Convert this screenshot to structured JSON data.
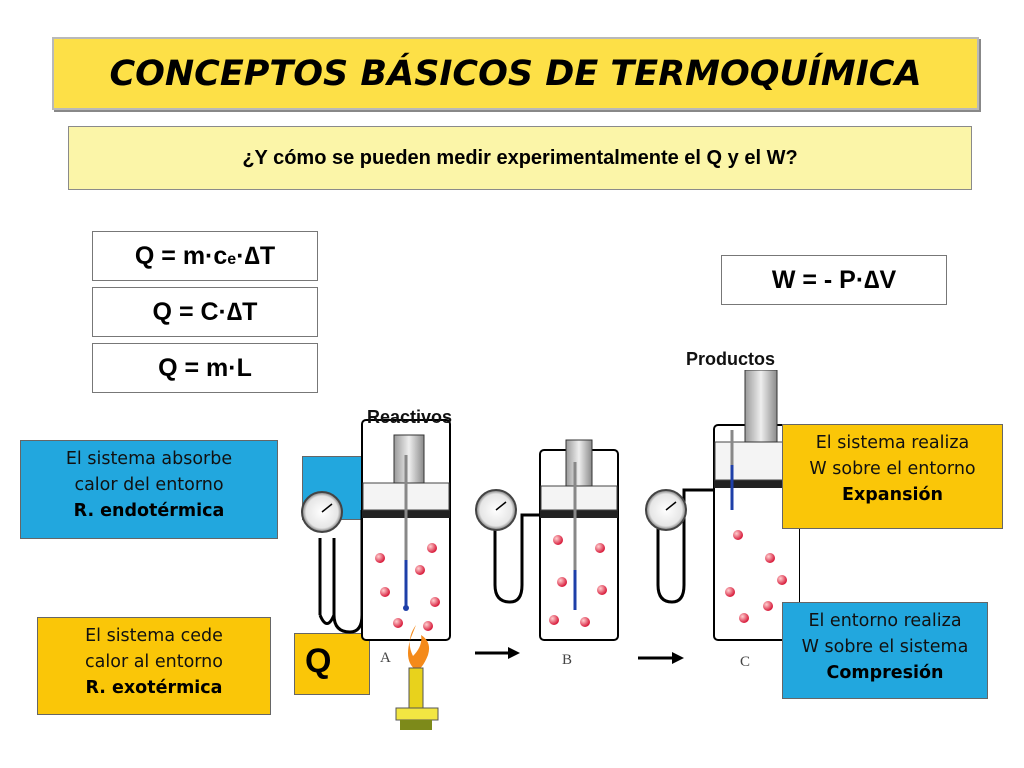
{
  "title": "CONCEPTOS BÁSICOS DE TERMOQUÍMICA",
  "question": "¿Y cómo se pueden medir experimentalmente el Q y el W?",
  "formulas": {
    "q1_left": "Q = m·c",
    "q1_sub": "e",
    "q1_right": "·∆T",
    "q2": "Q = C·∆T",
    "q3": "Q = m·L",
    "w": "W = - P·∆V"
  },
  "labels": {
    "productos": "Productos",
    "reactivos": "Reactivos",
    "a": "A",
    "b": "B",
    "c": "C"
  },
  "notes": {
    "endo": {
      "line1": "El sistema absorbe",
      "line2": "calor del entorno",
      "line3": "R. endotérmica"
    },
    "exo": {
      "line1": "El sistema cede",
      "line2": "calor al entorno",
      "line3": "R. exotérmica"
    },
    "expansion": {
      "line1": "El sistema realiza",
      "line2": "W sobre el entorno",
      "line3": "Expansión"
    },
    "compresion": {
      "line1": "El entorno realiza",
      "line2": "W sobre el sistema",
      "line3": "Compresión"
    }
  },
  "colors": {
    "title_bg": "#fde047",
    "question_bg": "#fbf5a8",
    "blue_box": "#22a7de",
    "yellow_box": "#fac608"
  }
}
